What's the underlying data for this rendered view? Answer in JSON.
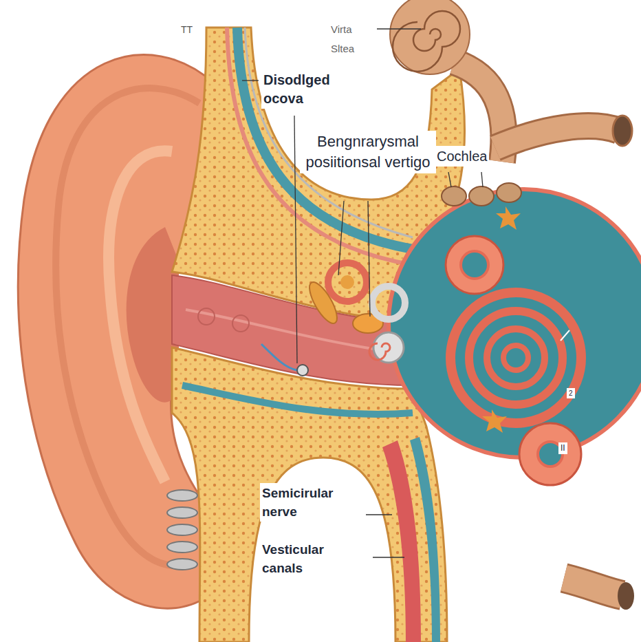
{
  "diagram": {
    "labels": [
      "TT",
      "Virta Sltea",
      "Disodlged ocova",
      "Bengnrarysmal posiitionsal vertigo",
      "Cochlea",
      "Semicirular nerve",
      "Vesticular canals",
      "II",
      "2"
    ]
  }
}
